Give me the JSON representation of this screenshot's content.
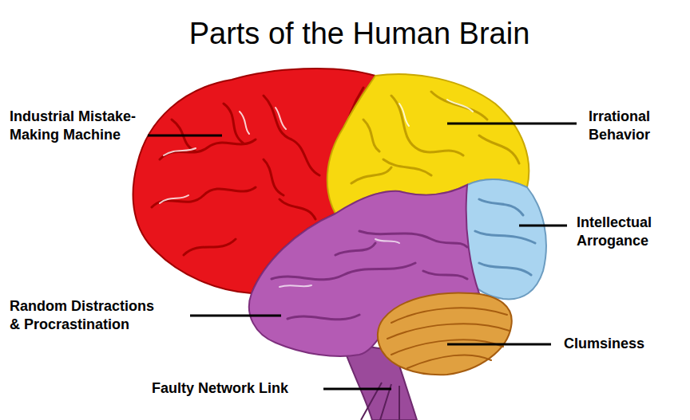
{
  "diagram": {
    "title": "Parts of the Human Brain",
    "labels": [
      "Industrial Mistake-Making Machine",
      "Irrational Behavior",
      "Intellectual Arrogance",
      "Random Distractions & Procrastination",
      "Clumsiness",
      "Faulty Network Link"
    ]
  }
}
